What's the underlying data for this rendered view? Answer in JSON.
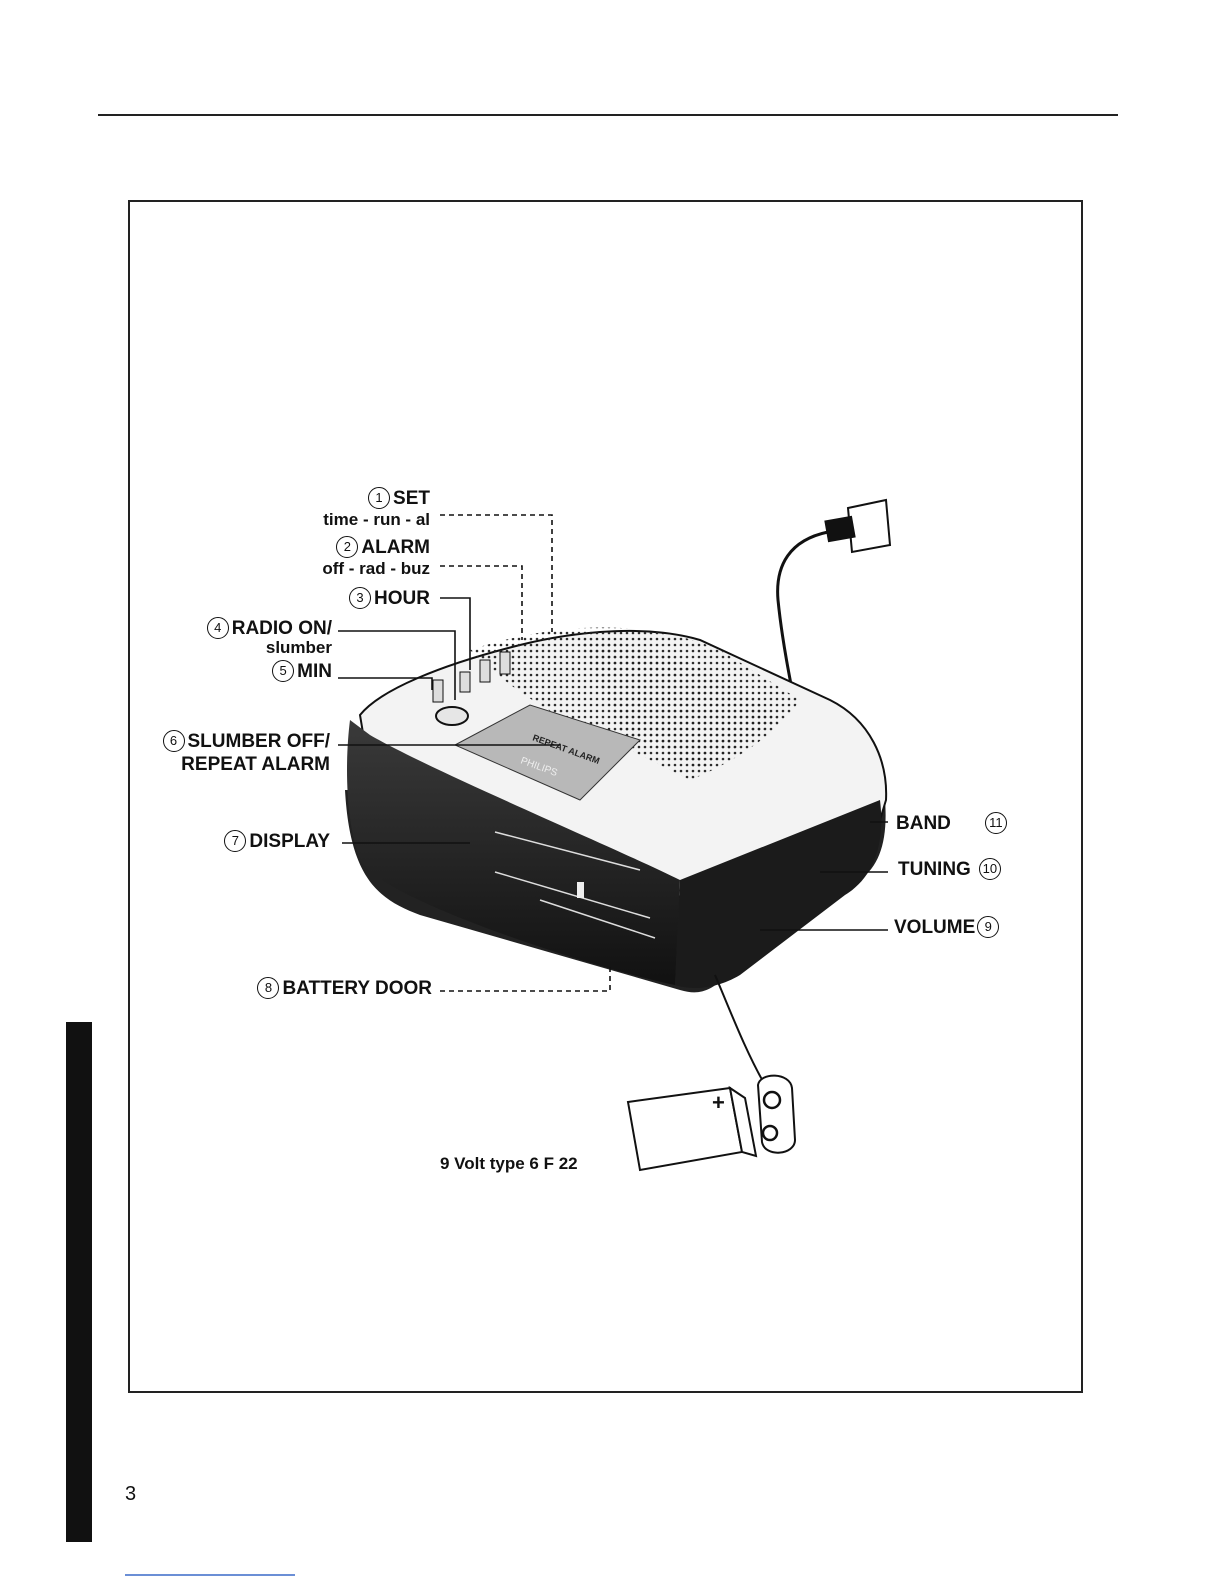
{
  "labels": {
    "set": {
      "num": "1",
      "title": "SET",
      "sub": "time - run - al"
    },
    "alarm": {
      "num": "2",
      "title": "ALARM",
      "sub": "off - rad - buz"
    },
    "hour": {
      "num": "3",
      "title": "HOUR"
    },
    "radio_on": {
      "num": "4",
      "title": "RADIO ON/",
      "sub": "slumber"
    },
    "min": {
      "num": "5",
      "title": "MIN"
    },
    "slumber_off": {
      "num": "6",
      "title": "SLUMBER OFF/",
      "sub": "REPEAT ALARM"
    },
    "display": {
      "num": "7",
      "title": "DISPLAY"
    },
    "battery_door": {
      "num": "8",
      "title": "BATTERY DOOR"
    },
    "volume": {
      "num": "9",
      "title": "VOLUME"
    },
    "tuning": {
      "num": "10",
      "title": "TUNING"
    },
    "band": {
      "num": "11",
      "title": "BAND"
    }
  },
  "device_text": {
    "panel": "REPEAT ALARM",
    "brand": "PHILIPS"
  },
  "battery": {
    "label": "9 Volt type 6 F 22",
    "polarity": "+"
  },
  "page_number": "3"
}
